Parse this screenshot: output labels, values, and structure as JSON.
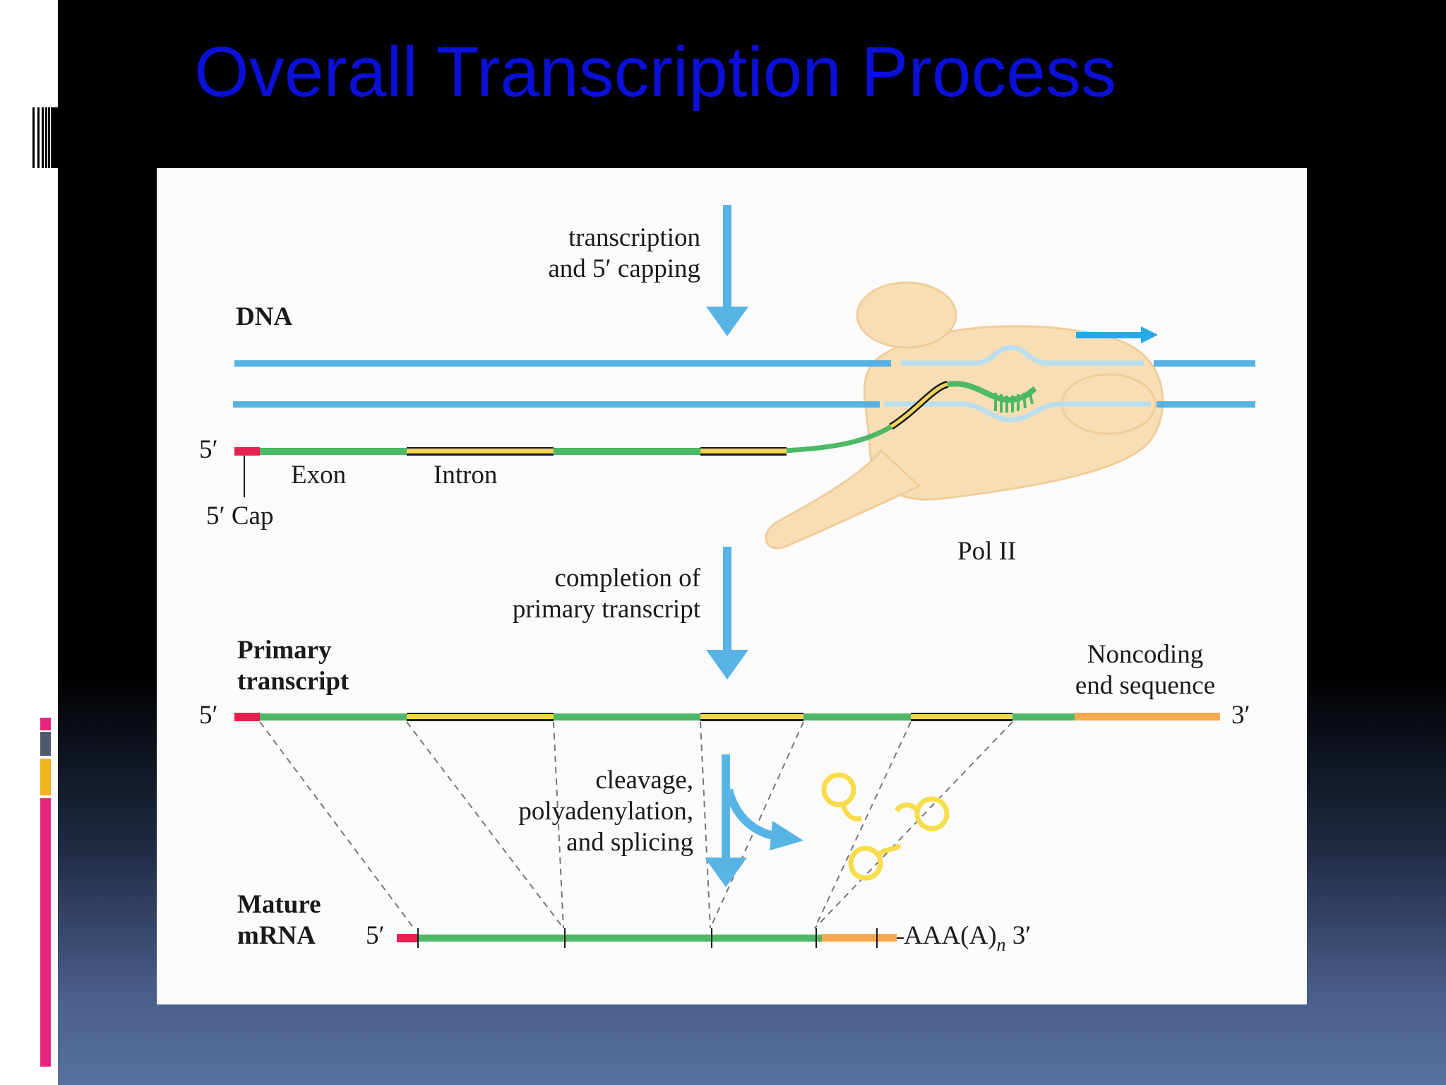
{
  "slide": {
    "title": "Overall Transcription Process"
  },
  "diagram": {
    "step1_line1": "transcription",
    "step1_line2": "and 5′ capping",
    "dna_label": "DNA",
    "five_prime": "5′",
    "exon_label": "Exon",
    "intron_label": "Intron",
    "cap_label": "5′ Cap",
    "pol_label": "Pol II",
    "step2_line1": "completion of",
    "step2_line2": "primary transcript",
    "primary_line1": "Primary",
    "primary_line2": "transcript",
    "noncoding_line1": "Noncoding",
    "noncoding_line2": "end sequence",
    "three_prime": "3′",
    "step3_line1": "cleavage,",
    "step3_line2": "polyadenylation,",
    "step3_line3": "and splicing",
    "mature_line1": "Mature",
    "mature_line2": "mRNA",
    "polya_prefix": "AAA(A)",
    "polya_sub": "n",
    "polya_suffix": " 3′"
  },
  "colors": {
    "title": "#0a10d8",
    "dna_blue": "#5ab2e2",
    "arrow_blue": "#59b4e6",
    "exon_green": "#4db866",
    "intron_yellow": "#f2d45c",
    "cap_red": "#e8204f",
    "noncoding_orange": "#f6a94e",
    "polymerase": "#f8deb4",
    "lariat": "#f8dc4a",
    "accent_pink": "#e6267c",
    "accent_gold": "#f2b21c",
    "accent_slate": "#4d5a6e"
  }
}
